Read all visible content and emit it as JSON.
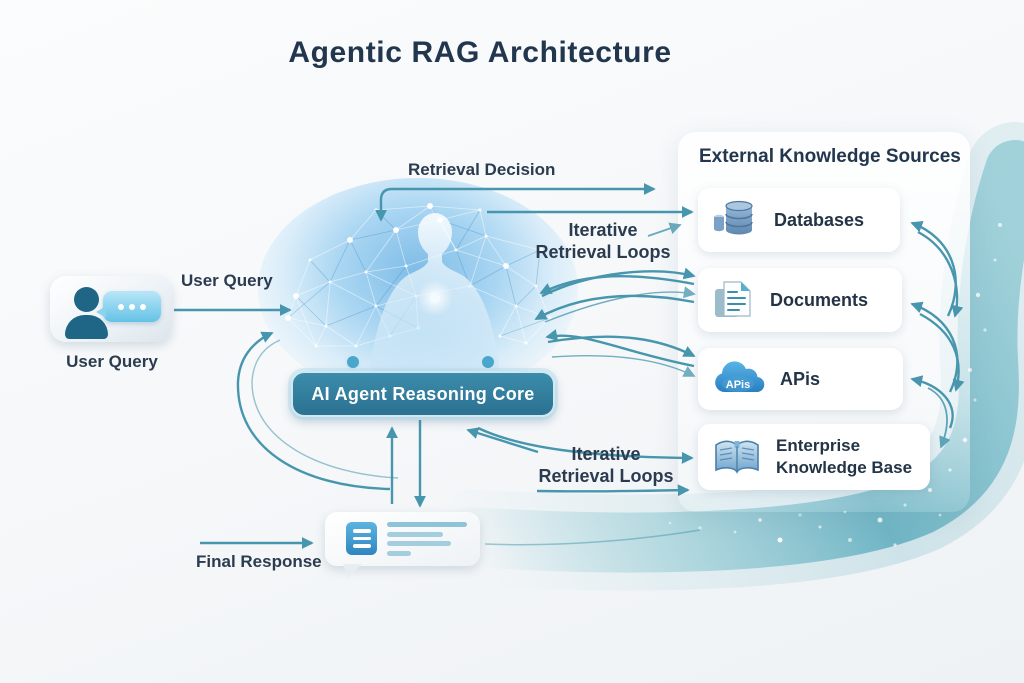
{
  "title": "Agentic RAG Architecture",
  "user_query_source": {
    "caption": "User Query",
    "icon": "user-speech-bubble-icon"
  },
  "flow_labels": {
    "user_query": "User Query",
    "retrieval_decision": "Retrieval Decision",
    "iterative_loop_top": {
      "line1": "Iterative",
      "line2": "Retrieval Loops"
    },
    "iterative_loop_bottom": {
      "line1": "Iterative",
      "line2": "Retrieval Loops"
    },
    "final_response": "Final Response"
  },
  "agent_core": {
    "label": "AI Agent Reasoning Core"
  },
  "knowledge_panel": {
    "title": "External Knowledge Sources",
    "sources": [
      {
        "label": "Databases",
        "icon": "database-icon"
      },
      {
        "label": "Documents",
        "icon": "document-icon"
      },
      {
        "label": "APis",
        "icon": "api-cloud-icon",
        "icon_text": "APis"
      },
      {
        "label_line1": "Enterprise",
        "label_line2": "Knowledge Base",
        "icon": "open-book-icon"
      }
    ]
  },
  "colors": {
    "arrow": "#4796ad",
    "title_text": "#22374e",
    "core_fill_top": "#3c8cab",
    "core_fill_bottom": "#2b7191",
    "swoosh": "#6fb9c6"
  }
}
